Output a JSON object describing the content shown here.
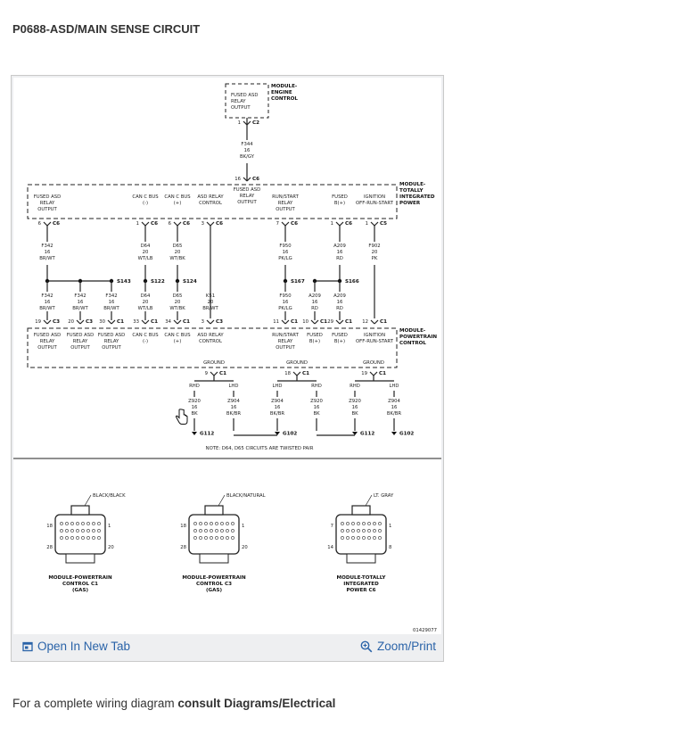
{
  "page": {
    "title": "P0688-ASD/MAIN SENSE CIRCUIT",
    "footer_text": "For a complete wiring diagram ",
    "footer_bold": "consult Diagrams/Electrical"
  },
  "actions": {
    "open_label": "Open In New Tab",
    "zoom_label": "Zoom/Print"
  },
  "diagram": {
    "pcm_block": "MODULE-ENGINE CONTROL",
    "pcm_label": "FUSED ASD RELAY OUTPUT",
    "pcm_pin": "C2",
    "pcm_pin_num": "1",
    "wire_top": "F344",
    "wire_top_gauge": "16",
    "wire_top_color": "BK/GY",
    "tipm_pin_top": "C6",
    "tipm_pin_top_num": "16",
    "tipm_block": "MODULE-TOTALLY INTEGRATED POWER",
    "tipm_center_label": "FUSED ASD RELAY OUTPUT",
    "tipm_labels": [
      "FUSED ASD RELAY OUTPUT",
      "CAN C BUS (-)",
      "CAN C BUS (+)",
      "ASD RELAY CONTROL",
      "RUN/START RELAY OUTPUT",
      "FUSED B(+)",
      "IGNITION OFF-RUN-START"
    ],
    "tipm_pins": [
      {
        "num": "6",
        "conn": "C6"
      },
      {
        "num": "1",
        "conn": "C6"
      },
      {
        "num": "6",
        "conn": "C6"
      },
      {
        "num": "3",
        "conn": "C6"
      },
      {
        "num": "7",
        "conn": "C6"
      },
      {
        "num": "1",
        "conn": "C6"
      },
      {
        "num": "1",
        "conn": "C5"
      }
    ],
    "wires_upper": [
      {
        "code": "F342",
        "gauge": "16",
        "color": "BR/WT"
      },
      {
        "code": "D64",
        "gauge": "20",
        "color": "WT/LB"
      },
      {
        "code": "D65",
        "gauge": "20",
        "color": "WT/BK"
      },
      {
        "code": "F950",
        "gauge": "16",
        "color": "PK/LG"
      },
      {
        "code": "A209",
        "gauge": "16",
        "color": "RD"
      },
      {
        "code": "F902",
        "gauge": "20",
        "color": "PK"
      }
    ],
    "splices": [
      "S143",
      "S122",
      "S124",
      "S167",
      "S166"
    ],
    "wires_lower": [
      {
        "code": "F342",
        "gauge": "16",
        "color": "BR/WT"
      },
      {
        "code": "F342",
        "gauge": "16",
        "color": "BR/WT"
      },
      {
        "code": "F342",
        "gauge": "16",
        "color": "BR/WT"
      },
      {
        "code": "D64",
        "gauge": "20",
        "color": "WT/LB"
      },
      {
        "code": "D65",
        "gauge": "20",
        "color": "WT/BK"
      },
      {
        "code": "K51",
        "gauge": "20",
        "color": "BR/WT"
      },
      {
        "code": "F950",
        "gauge": "16",
        "color": "PK/LG"
      },
      {
        "code": "A209",
        "gauge": "16",
        "color": "RD"
      },
      {
        "code": "A209",
        "gauge": "16",
        "color": "RD"
      }
    ],
    "pcm_pins": [
      {
        "num": "19",
        "conn": "C3"
      },
      {
        "num": "20",
        "conn": "C3"
      },
      {
        "num": "30",
        "conn": "C1"
      },
      {
        "num": "33",
        "conn": "C1"
      },
      {
        "num": "34",
        "conn": "C1"
      },
      {
        "num": "3",
        "conn": "C3"
      },
      {
        "num": "11",
        "conn": "C1"
      },
      {
        "num": "10",
        "conn": "C1"
      },
      {
        "num": "29",
        "conn": "C1"
      },
      {
        "num": "12",
        "conn": "C1"
      }
    ],
    "pcm2_block": "MODULE-POWERTRAIN CONTROL",
    "pcm2_labels": [
      "FUSED ASD RELAY OUTPUT",
      "FUSED ASD RELAY OUTPUT",
      "FUSED ASD RELAY OUTPUT",
      "CAN C BUS (-)",
      "CAN C BUS (+)",
      "ASD RELAY CONTROL",
      "RUN/START RELAY OUTPUT",
      "FUSED B(+)",
      "FUSED B(+)",
      "IGNITION OFF-RUN-START"
    ],
    "ground_label": "GROUND",
    "ground_pins": [
      {
        "num": "9",
        "conn": "C1"
      },
      {
        "num": "18",
        "conn": "C1"
      },
      {
        "num": "19",
        "conn": "C1"
      }
    ],
    "rhd": "RHD",
    "lhd": "LHD",
    "ground_wires": [
      {
        "code": "Z920",
        "gauge": "16",
        "color": "BK"
      },
      {
        "code": "Z904",
        "gauge": "16",
        "color": "BK/BR"
      },
      {
        "code": "Z904",
        "gauge": "16",
        "color": "BK/BR"
      },
      {
        "code": "Z920",
        "gauge": "16",
        "color": "BK"
      },
      {
        "code": "Z920",
        "gauge": "16",
        "color": "BK"
      },
      {
        "code": "Z904",
        "gauge": "16",
        "color": "BK/BR"
      }
    ],
    "grounds": [
      "G112",
      "G102",
      "G112",
      "G102"
    ],
    "note": "NOTE: D64, D65 CIRCUITS ARE TWISTED PAIR",
    "connectors": [
      {
        "color": "BLACK/BLACK",
        "name": "MODULE-POWERTRAIN CONTROL C1 (GAS)",
        "pins": [
          "18",
          "1",
          "28",
          "20"
        ]
      },
      {
        "color": "BLACK/NATURAL",
        "name": "MODULE-POWERTRAIN CONTROL C3 (GAS)",
        "pins": [
          "18",
          "1",
          "28",
          "20"
        ]
      },
      {
        "color": "LT. GRAY",
        "name": "MODULE-TOTALLY INTEGRATED POWER C6",
        "pins": [
          "7",
          "1",
          "14",
          "8"
        ]
      }
    ],
    "figure_id": "01429077"
  },
  "icons": {
    "open": "open-new-tab-icon",
    "zoom": "zoom-icon",
    "cursor": "hand-cursor-icon"
  },
  "colors": {
    "link": "#2a63a8",
    "frame_bg": "#eeeff1"
  }
}
